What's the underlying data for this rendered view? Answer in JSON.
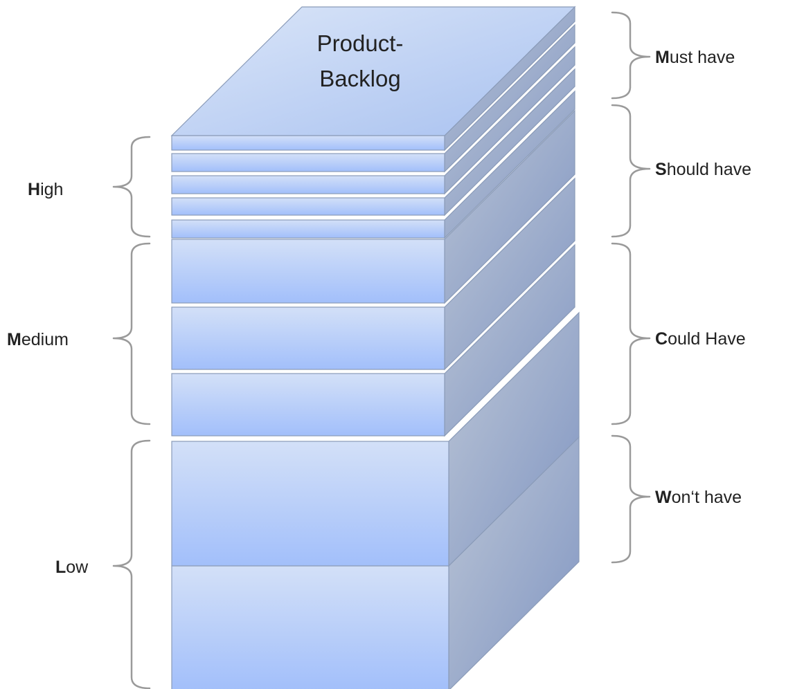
{
  "stack": {
    "title_line1": "Product-",
    "title_line2": "Backlog",
    "item_count": 10
  },
  "priority_labels": [
    {
      "initial": "H",
      "rest": "igh"
    },
    {
      "initial": "M",
      "rest": "edium"
    },
    {
      "initial": "L",
      "rest": "ow"
    }
  ],
  "moscow_labels": [
    {
      "initial": "M",
      "rest": "ust have"
    },
    {
      "initial": "S",
      "rest": "hould have"
    },
    {
      "initial": "C",
      "rest": "ould Have"
    },
    {
      "initial": "W",
      "rest": "on‘t have"
    }
  ],
  "colors": {
    "front_top": "#cddcf8",
    "front_bottom": "#a3c0fb",
    "side_light": "#b3bfd2",
    "side_dark": "#8497c0",
    "top_face": "#c3d4f3",
    "brace": "#9a9a9a"
  }
}
